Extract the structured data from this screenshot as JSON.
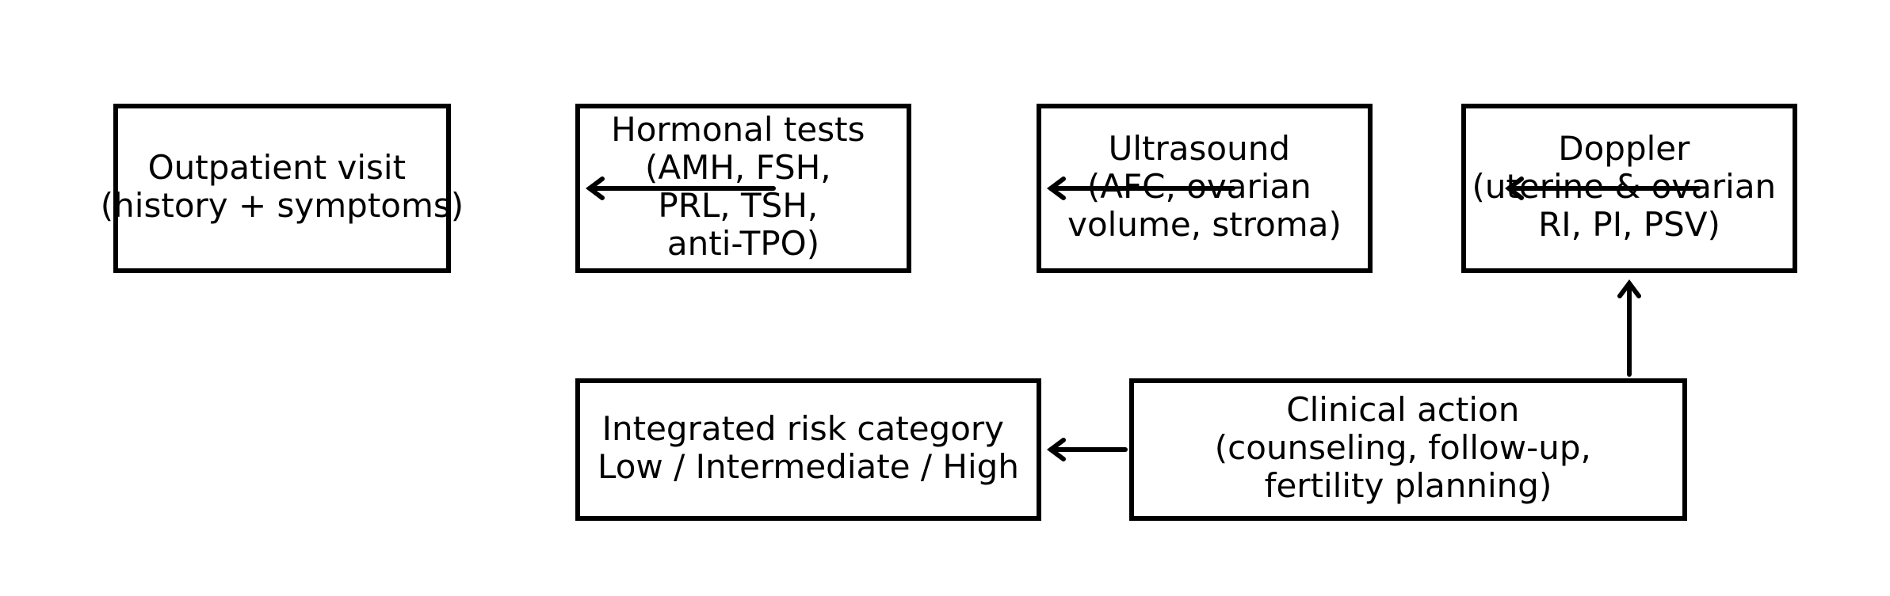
{
  "diagram": {
    "boxes": {
      "outpatient": {
        "lines": [
          "Outpatient visit",
          "(history + symptoms)"
        ]
      },
      "hormonal": {
        "lines": [
          "Hormonal tests",
          "(AMH, FSH,",
          "PRL, TSH,",
          "anti-TPO)"
        ]
      },
      "ultrasound": {
        "lines": [
          "Ultrasound",
          "(AFC, ovarian",
          "volume, stroma)"
        ]
      },
      "doppler": {
        "lines": [
          "Doppler",
          "(uterine & ovarian",
          "RI, PI, PSV)"
        ]
      },
      "risk": {
        "lines": [
          "Integrated risk category",
          "Low / Intermediate / High"
        ]
      },
      "action": {
        "lines": [
          "Clinical action",
          "(counseling, follow-up,",
          "fertility planning)"
        ]
      }
    },
    "colors": {
      "stroke": "#000000",
      "text": "#000000",
      "background": "#ffffff"
    }
  }
}
